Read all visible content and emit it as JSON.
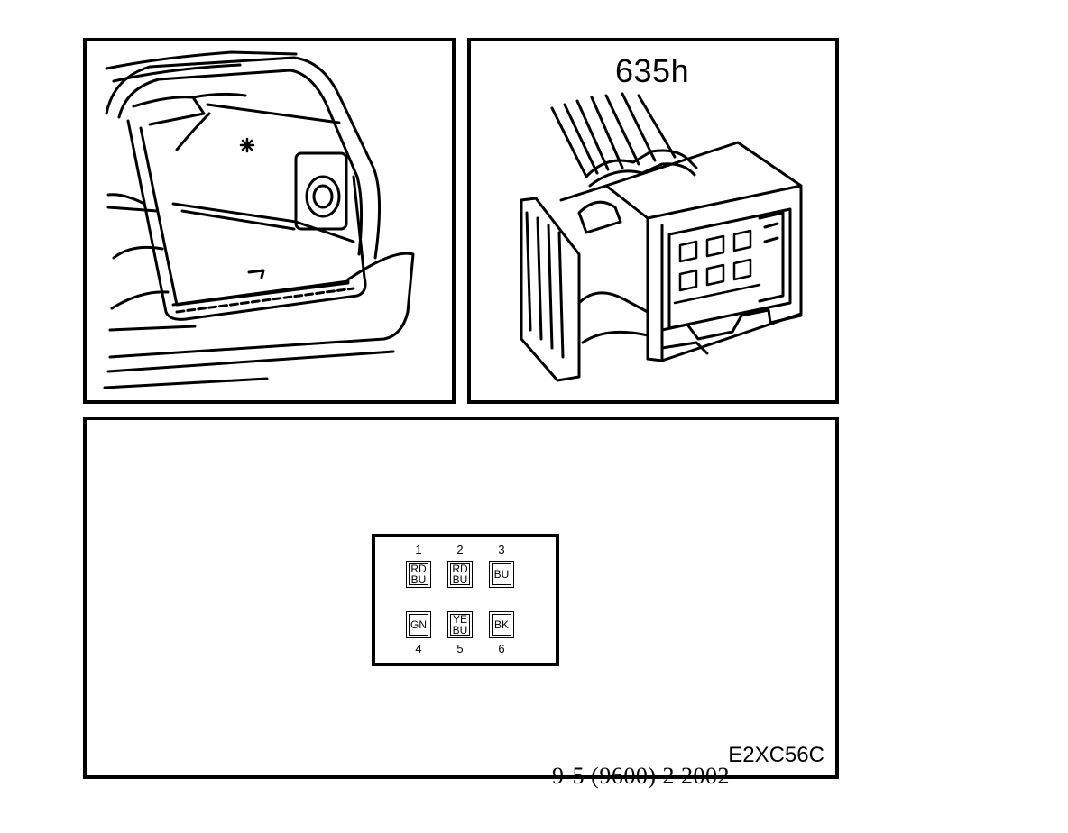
{
  "connector": {
    "title": "635h"
  },
  "pinout": {
    "pins": [
      {
        "number": "1",
        "lines": [
          "RD",
          "BU"
        ]
      },
      {
        "number": "2",
        "lines": [
          "RD",
          "BU"
        ]
      },
      {
        "number": "3",
        "lines": [
          "BU"
        ]
      },
      {
        "number": "4",
        "lines": [
          "GN"
        ]
      },
      {
        "number": "5",
        "lines": [
          "YE",
          "BU"
        ]
      },
      {
        "number": "6",
        "lines": [
          "BK"
        ]
      }
    ]
  },
  "footer": {
    "diagram_code": "E2XC56C",
    "model_year": "9-5 (9600) 2   2002"
  }
}
